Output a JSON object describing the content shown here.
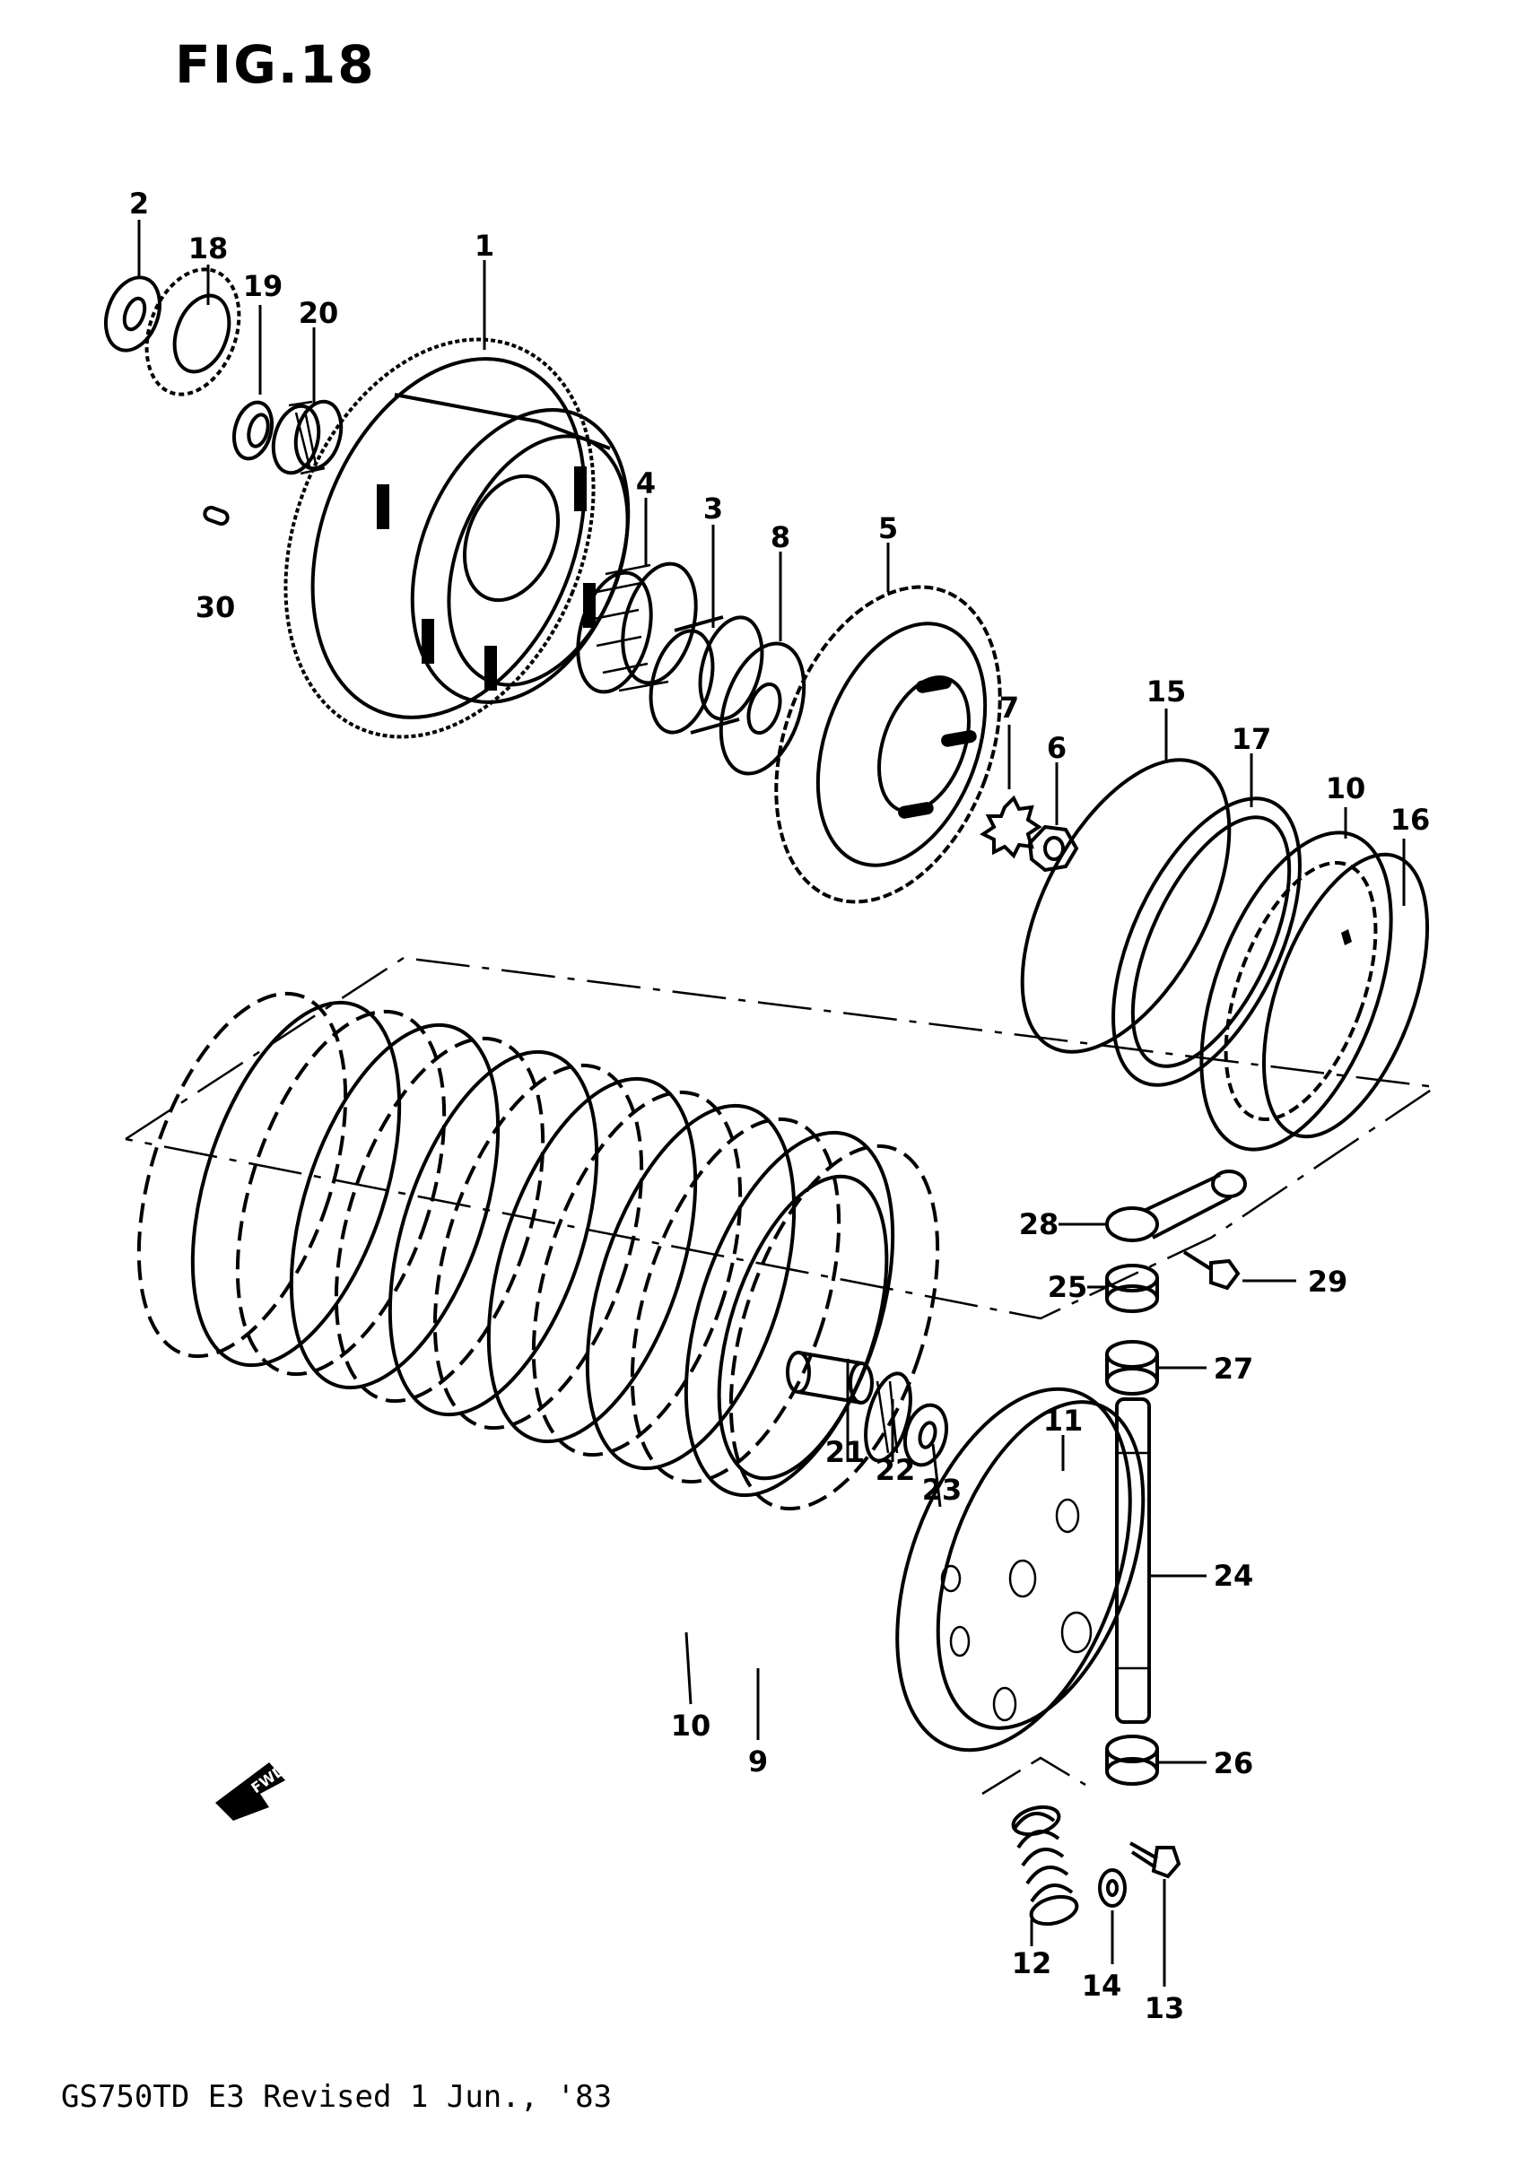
{
  "title": "FIG.18",
  "footer": "GS750TD E3 Revised 1 Jun., '83",
  "fwd_label": "FWD",
  "part_labels": [
    "1",
    "2",
    "3",
    "4",
    "5",
    "6",
    "7",
    "8",
    "9",
    "10",
    "10",
    "11",
    "12",
    "13",
    "14",
    "15",
    "16",
    "17",
    "18",
    "19",
    "20",
    "21",
    "22",
    "23",
    "24",
    "25",
    "26",
    "27",
    "28",
    "29",
    "30"
  ]
}
